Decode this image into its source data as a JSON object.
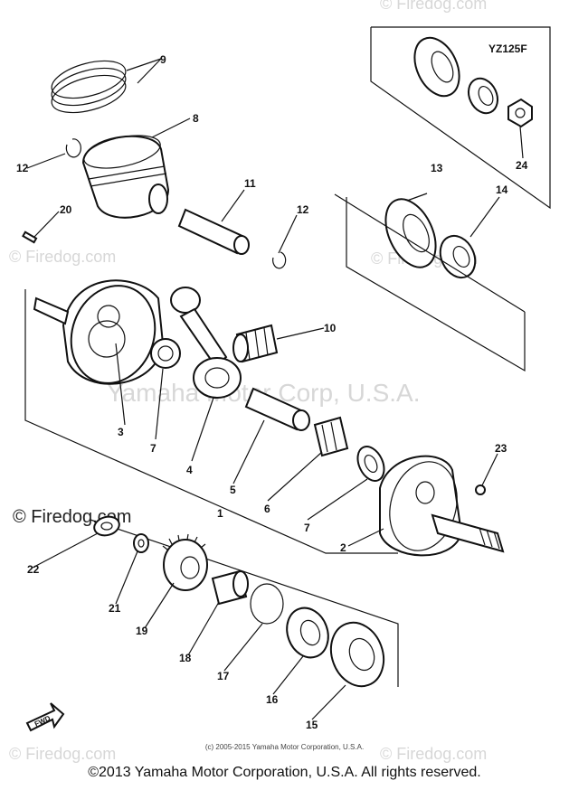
{
  "watermarks": {
    "site": "© Firedog.com",
    "company": "Yamaha Motor Corp, U.S.A."
  },
  "variant_box": {
    "title": "YZ125F"
  },
  "callouts": [
    "1",
    "2",
    "3",
    "4",
    "5",
    "6",
    "7",
    "7",
    "8",
    "9",
    "10",
    "11",
    "12",
    "12",
    "13",
    "14",
    "15",
    "16",
    "17",
    "18",
    "19",
    "20",
    "21",
    "22",
    "23",
    "24"
  ],
  "front_arrow": "FWD",
  "copyright": {
    "small": "(c) 2005-2015 Yamaha Motor Corporation, U.S.A.",
    "main": "©2013 Yamaha Motor Corporation, U.S.A. All rights reserved."
  }
}
